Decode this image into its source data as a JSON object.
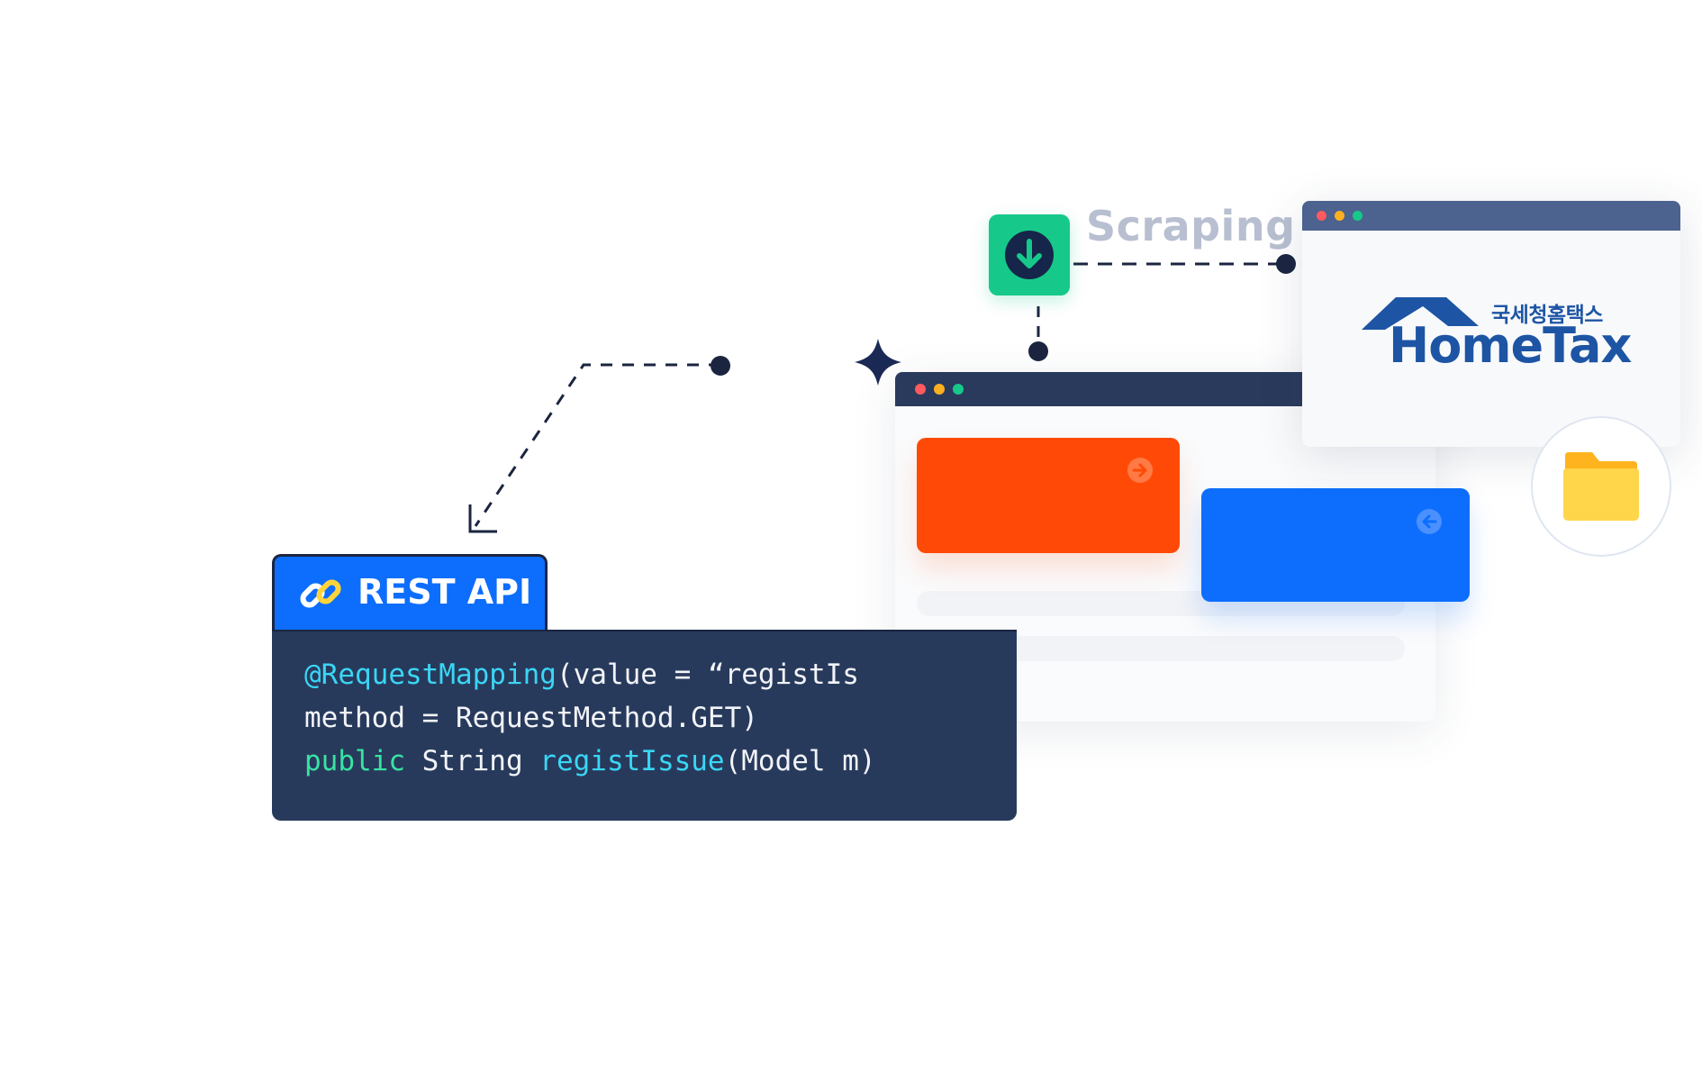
{
  "scraping": {
    "label": "Scraping",
    "badge_color": "#16c98a",
    "icon": "arrow-down-circle-icon"
  },
  "hometax": {
    "logo_text": "HomeTax",
    "korean_text": "국세청홈택스",
    "brand_color": "#1d55a4",
    "icon": "house-roof-icon"
  },
  "main_window": {
    "titlebar_color": "#2a3a5c",
    "cards": [
      {
        "color": "#ff4a07",
        "icon": "arrow-right-circle-icon"
      },
      {
        "color": "#0d6efd",
        "icon": "arrow-left-circle-icon"
      }
    ]
  },
  "folder": {
    "icon": "folder-icon",
    "color": "#ffc42e"
  },
  "rest_api": {
    "label": "REST API",
    "icon": "link-chain-icon",
    "tab_color": "#0d6efd"
  },
  "code": {
    "background": "#283a5c",
    "line1": {
      "annotation": "@RequestMapping",
      "rest": "(value = “registIs"
    },
    "line2": {
      "text": "method = RequestMethod.GET)"
    },
    "line3": {
      "keyword": "public",
      "type": " String ",
      "method": "registIssue",
      "args": "(Model m)"
    }
  },
  "window_dots": [
    "#ff5a5f",
    "#ffb020",
    "#16c98a"
  ],
  "sparkle_icon": "four-point-star-icon"
}
